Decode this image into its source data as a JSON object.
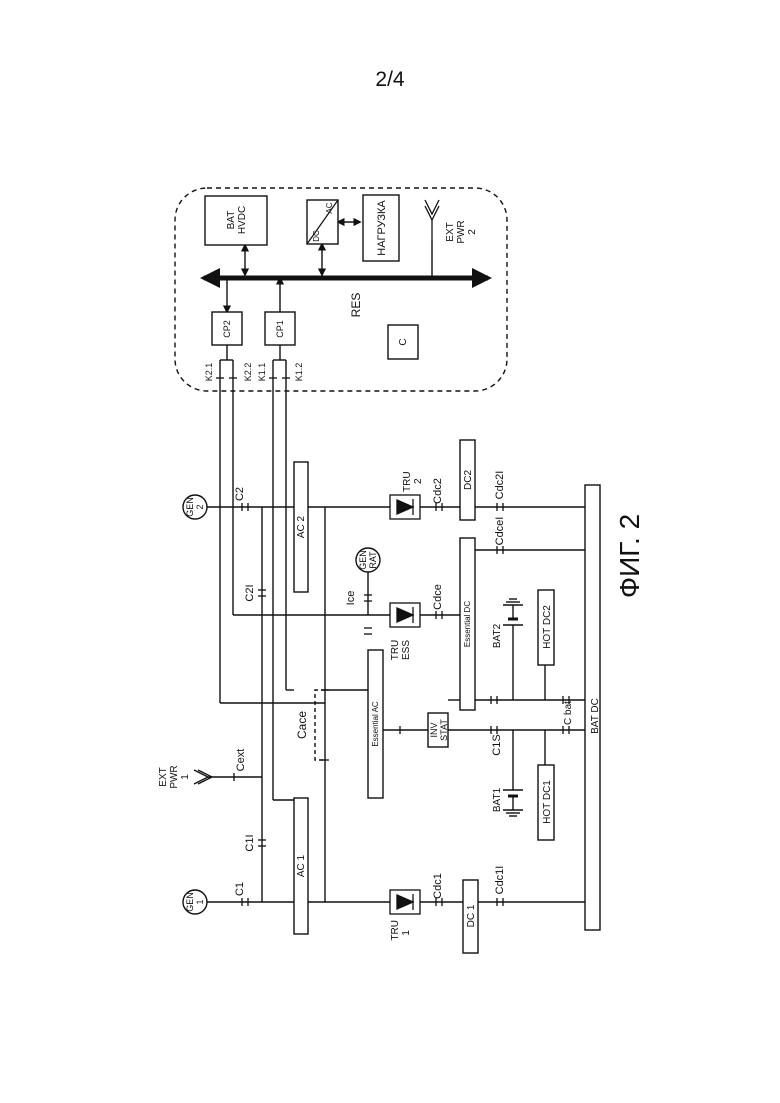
{
  "page_number": "2/4",
  "figure_caption": "ФИГ. 2",
  "labels": {
    "gen1": [
      "GEN",
      "1"
    ],
    "gen2": [
      "GEN",
      "2"
    ],
    "genrat": [
      "GEN",
      "RAT"
    ],
    "ext_pwr1": [
      "EXT",
      "PWR",
      "1"
    ],
    "ext_pwr2": [
      "EXT",
      "PWR",
      "2"
    ],
    "tru1": [
      "TRU",
      "1"
    ],
    "tru2": [
      "TRU",
      "2"
    ],
    "tru_ess": [
      "TRU",
      "ESS"
    ],
    "ac1": "AC 1",
    "ac2": "AC 2",
    "ess_ac": "Essential AC",
    "ess_dc": "Essential DC",
    "dc1": "DC 1",
    "dc2": "DC2",
    "bat_dc": "BAT DC",
    "hot_dc1": "HOT DC1",
    "hot_dc2": "HOT DC2",
    "bat1": "BAT1",
    "bat2": "BAT2",
    "inv_stat": [
      "INV",
      "STAT"
    ],
    "res": "RES",
    "bat_hvdc": [
      "BAT",
      "HVDC"
    ],
    "dc_ac": [
      "DC",
      "AC"
    ],
    "load": "НАГРУЗКА",
    "cp1": "CP1",
    "cp2": "CP2",
    "c_box": "C",
    "contactors": {
      "c1": "C1",
      "c1l": "C1I",
      "c2": "C2",
      "c2l": "C2I",
      "cext": "Cext",
      "cace": "Cace",
      "ice": "Ice",
      "cdc1": "Cdc1",
      "cdc1l": "Cdc1I",
      "cdc2": "Cdc2",
      "cdc2l": "Cdc2I",
      "cdce": "Cdce",
      "cdcel": "CdceI",
      "c1s": "C1S",
      "cbat": "C bat",
      "k11": "K1.1",
      "k12": "K1.2",
      "k21": "K2.1",
      "k22": "K2.2"
    }
  }
}
